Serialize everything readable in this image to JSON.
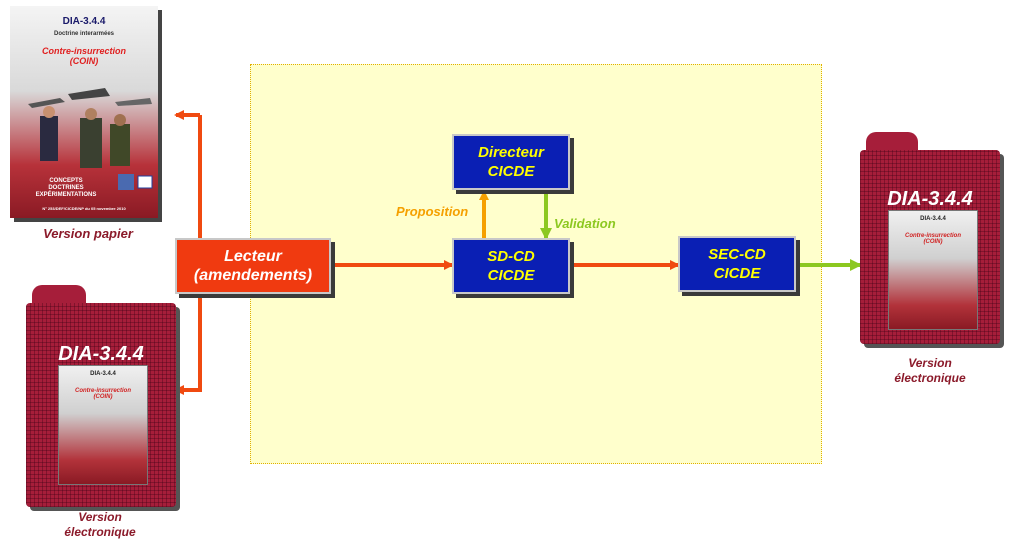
{
  "nodes": {
    "directeur": "Directeur\nCICDE",
    "sdcd": "SD-CD\nCICDE",
    "seccd": "SEC-CD\nCICDE",
    "lecteur": "Lecteur\n(amendements)"
  },
  "edges": {
    "proposition": "Proposition",
    "validation": "Validation"
  },
  "paper_cover": {
    "doc_id": "DIA-3.4.4",
    "doctrine": "Doctrine interarmées",
    "topic": "Contre-insurrection\n(COIN)",
    "series": "CONCEPTS\nDOCTRINES\nEXPÉRIMENTATIONS",
    "ref": "N° 253/DEF/CICDE/NP du 05 novembre 2010"
  },
  "folder_title": "DIA-3.4.4",
  "captions": {
    "paper": "Version papier",
    "electronic_left": "Version\nélectronique",
    "electronic_right": "Version\nélectronique"
  },
  "colors": {
    "blue_box": "#0a1fb4",
    "red_box": "#f03a10",
    "arrow_red": "#f04a10",
    "arrow_orange": "#f5a000",
    "arrow_green": "#8cc820",
    "zone": "#ffffcc",
    "folder": "#a61e3a",
    "caption": "#8b1a2a"
  }
}
